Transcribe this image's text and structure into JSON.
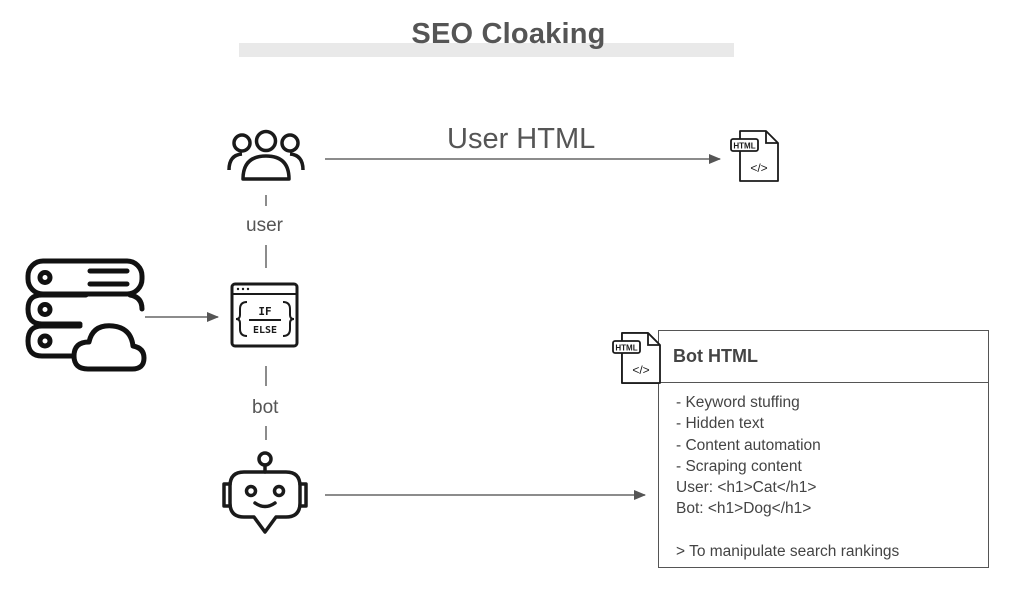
{
  "title": "SEO Cloaking",
  "edges": {
    "user_html": "User HTML",
    "user": "user",
    "bot": "bot"
  },
  "icons": {
    "users": "users-group-icon",
    "server": "server-cloud-icon",
    "ifelse": "if-else-code-window-icon",
    "bot": "robot-icon",
    "html_file": "html-file-icon",
    "if_text": "IF",
    "else_text": "ELSE",
    "html_badge": "HTML",
    "code_tag": "</>"
  },
  "card": {
    "title": "Bot HTML",
    "lines": [
      "- Keyword stuffing",
      "- Hidden text",
      "- Content automation",
      "- Scraping content",
      "User: <h1>Cat</h1>",
      "Bot: <h1>Dog</h1>",
      "",
      "> To manipulate search rankings"
    ]
  }
}
